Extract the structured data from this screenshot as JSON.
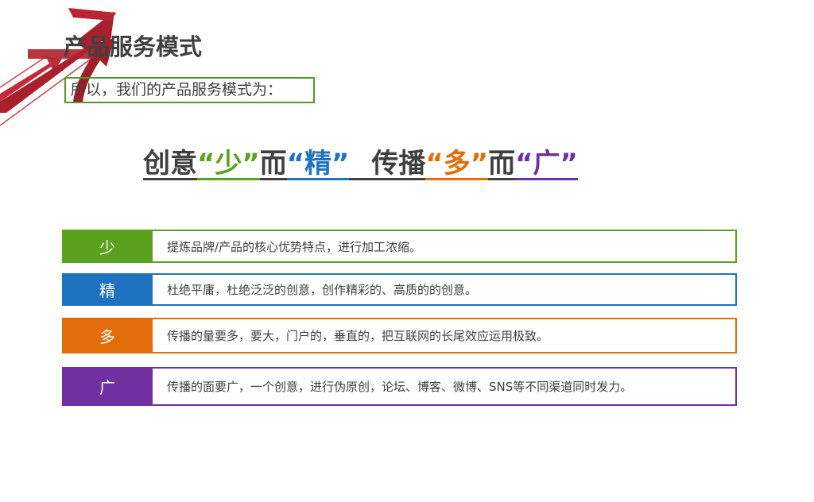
{
  "page": {
    "title": "产品服务模式",
    "intro": "所以，我们的产品服务模式为："
  },
  "slogan": {
    "part1": "创意",
    "part2": "“少”",
    "part3": "而",
    "part4": "“精”",
    "part5": "传播",
    "part6": "“多”",
    "part7": "而",
    "part8": "“广”"
  },
  "rows": [
    {
      "label": "少",
      "text": "提炼品牌/产品的核心优势特点，进行加工浓缩。",
      "color": "#5aa11f"
    },
    {
      "label": "精",
      "text": "杜绝平庸，杜绝泛泛的创意，创作精彩的、高质的的创意。",
      "color": "#1f72c0"
    },
    {
      "label": "多",
      "text": "传播的量要多，要大，门户的，垂直的，把互联网的长尾效应运用极致。",
      "color": "#e36c0a"
    },
    {
      "label": "广",
      "text": "传播的面要广，一个创意，进行伪原创，论坛、博客、微博、SNS等不同渠道同时发力。",
      "color": "#7030a0"
    }
  ],
  "colors": {
    "text": "#404040",
    "green": "#5aa11f",
    "blue": "#1f72c0",
    "orange": "#e36c0a",
    "purple": "#7030a0",
    "arrow": "#b0202e"
  },
  "icons": {
    "decoration": "red-arrows-icon"
  }
}
